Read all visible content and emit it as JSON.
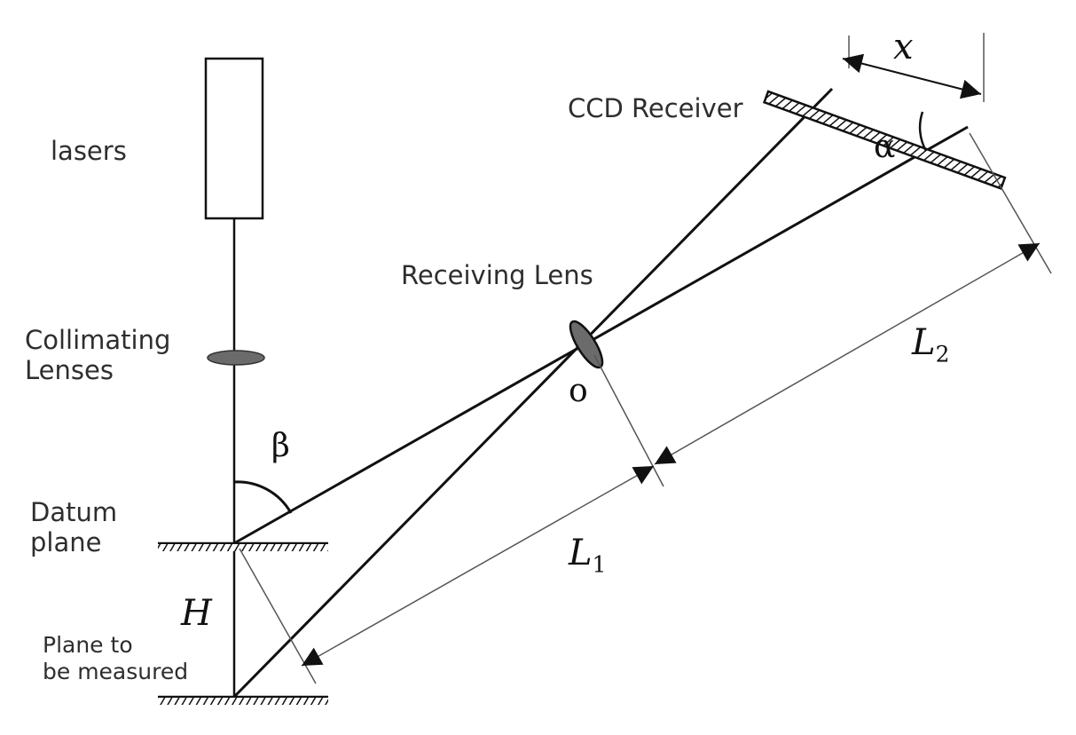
{
  "labels": {
    "lasers": "lasers",
    "collimating": "Collimating\nLenses",
    "datum": "Datum\nplane",
    "plane_measured": "Plane to\nbe measured",
    "receiving_lens": "Receiving Lens",
    "ccd_receiver": "CCD Receiver"
  },
  "symbols": {
    "x": "x",
    "alpha": "α",
    "beta": "β",
    "o": "o",
    "H": "H",
    "L1_main": "L",
    "L1_sub": "1",
    "L2_main": "L",
    "L2_sub": "2"
  },
  "colors": {
    "line": "#111111",
    "dim_line": "#555555",
    "lens_fill": "#6b6b6b",
    "text": "#2e2e2e"
  }
}
